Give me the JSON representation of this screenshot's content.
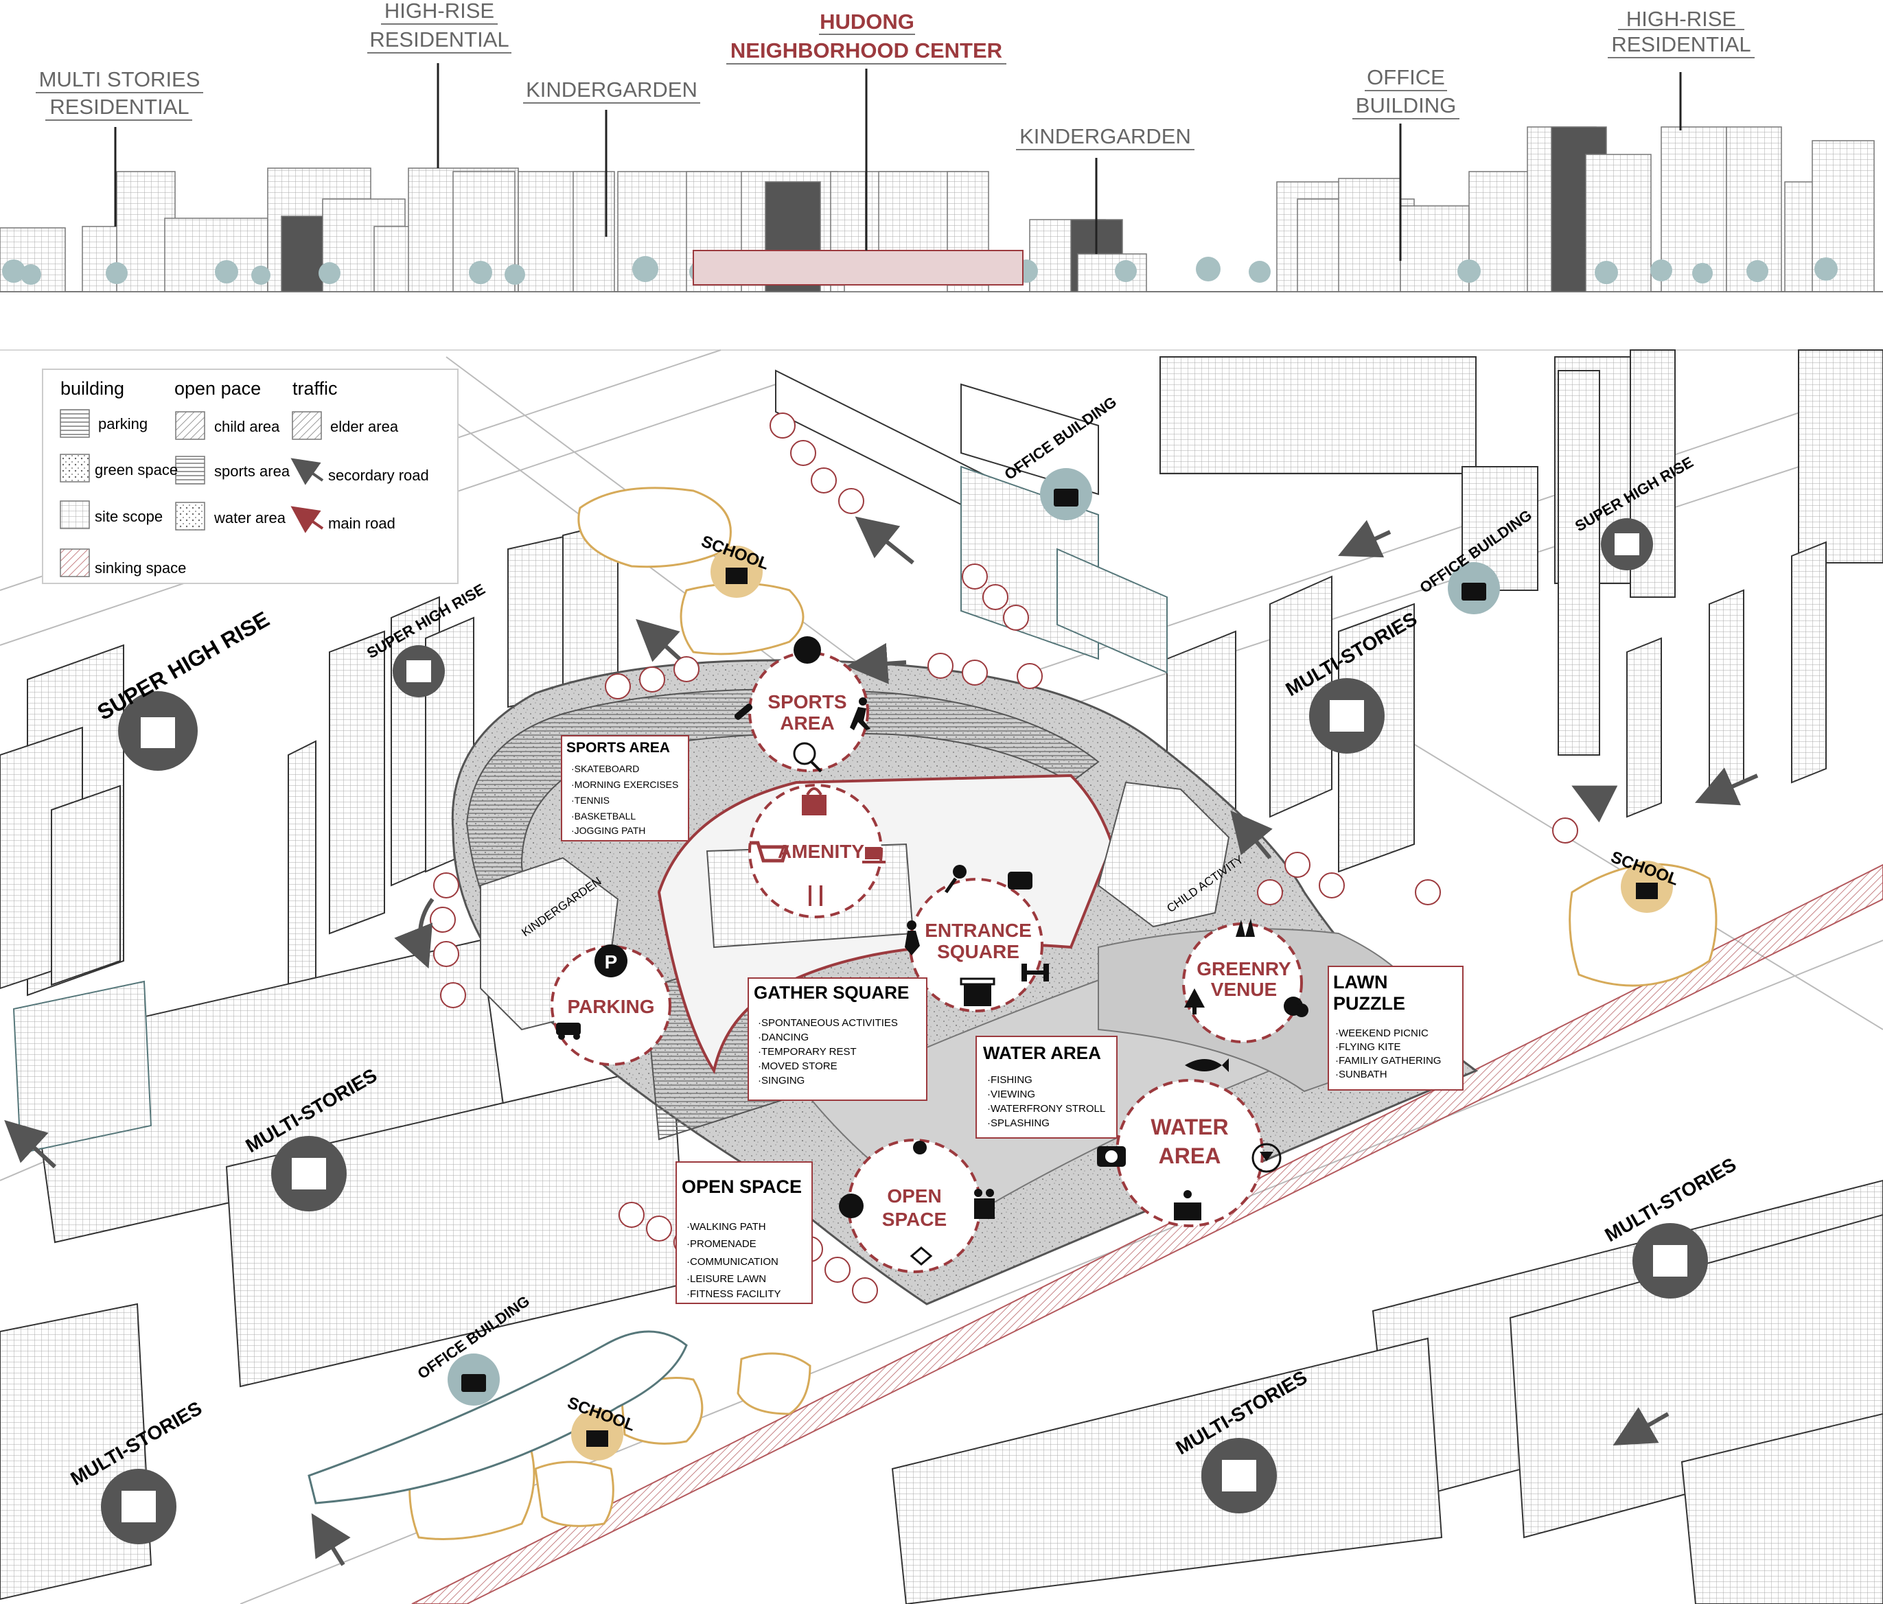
{
  "skyline": {
    "labels": [
      {
        "id": "multi-stories-residential",
        "lines": [
          "MULTI STORIES",
          "RESIDENTIAL"
        ],
        "highlight": false
      },
      {
        "id": "high-rise-residential-left",
        "lines": [
          "HIGH-RISE",
          "RESIDENTIAL"
        ],
        "highlight": false
      },
      {
        "id": "kindergarden-left",
        "lines": [
          "KINDERGARDEN"
        ],
        "highlight": false
      },
      {
        "id": "hudong-center",
        "lines": [
          "HUDONG",
          "NEIGHBORHOOD CENTER"
        ],
        "highlight": true
      },
      {
        "id": "kindergarden-right",
        "lines": [
          "KINDERGARDEN"
        ],
        "highlight": false
      },
      {
        "id": "office-building",
        "lines": [
          "OFFICE",
          "BUILDING"
        ],
        "highlight": false
      },
      {
        "id": "high-rise-residential-right",
        "lines": [
          "HIGH-RISE",
          "RESIDENTIAL"
        ],
        "highlight": false
      }
    ]
  },
  "legend": {
    "headers": [
      "building",
      "open pace",
      "traffic"
    ],
    "items": [
      {
        "label": "parking",
        "pattern": "parking"
      },
      {
        "label": "green space",
        "pattern": "green"
      },
      {
        "label": "site scope",
        "pattern": "scope"
      },
      {
        "label": "sinking space",
        "pattern": "sinking"
      },
      {
        "label": "child area",
        "pattern": "child"
      },
      {
        "label": "sports area",
        "pattern": "sports"
      },
      {
        "label": "water area",
        "pattern": "water"
      },
      {
        "label": "elder area",
        "pattern": "elder"
      },
      {
        "label": "secordary road",
        "pattern": "arrow-grey"
      },
      {
        "label": "main road",
        "pattern": "arrow-red"
      }
    ]
  },
  "zones": {
    "sports": {
      "lines": [
        "SPORTS",
        "AREA"
      ],
      "icons": [
        "ball-icon",
        "runner-icon",
        "skate-icon",
        "tennis-icon"
      ]
    },
    "amenity": {
      "lines": [
        "AMENITY"
      ],
      "icons": [
        "bag-icon",
        "cart-icon",
        "coffee-icon",
        "cutlery-icon"
      ]
    },
    "entrance": {
      "lines": [
        "ENTRANCE",
        "SQUARE"
      ],
      "icons": [
        "mic-icon",
        "chat-icon",
        "dumbbell-icon",
        "shop-icon",
        "dancer-icon"
      ]
    },
    "parking": {
      "lines": [
        "PARKING"
      ],
      "icons": [
        "parking-icon",
        "car-icon"
      ]
    },
    "greenery": {
      "lines": [
        "GREENRY",
        "VENUE"
      ],
      "icons": [
        "grass-icon",
        "tree-icon",
        "bush-icon"
      ]
    },
    "water": {
      "lines": [
        "WATER",
        "AREA"
      ],
      "icons": [
        "fish-icon",
        "camera-icon",
        "cocktail-icon",
        "fishing-icon"
      ]
    },
    "open": {
      "lines": [
        "OPEN",
        "SPACE"
      ],
      "icons": [
        "sun-icon",
        "music-icon",
        "family-icon",
        "kite-icon"
      ]
    }
  },
  "info_boxes": {
    "sports": {
      "title": "SPORTS AREA",
      "items": [
        "·SKATEBOARD",
        "·MORNING EXERCISES",
        "·TENNIS",
        "·BASKETBALL",
        "·JOGGING PATH"
      ]
    },
    "gather": {
      "title": "GATHER SQUARE",
      "items": [
        "·SPONTANEOUS ACTIVITIES",
        "·DANCING",
        "·TEMPORARY REST",
        "·MOVED STORE",
        "·SINGING"
      ]
    },
    "water": {
      "title": "WATER AREA",
      "items": [
        "·FISHING",
        "·VIEWING",
        "·WATERFRONY STROLL",
        "·SPLASHING"
      ]
    },
    "lawn": {
      "title_lines": [
        "LAWN",
        "PUZZLE"
      ],
      "items": [
        "·WEEKEND PICNIC",
        "·FLYING KITE",
        "·FAMILIY GATHERING",
        "·SUNBATH"
      ]
    },
    "open": {
      "title": "OPEN SPACE",
      "items": [
        "·WALKING PATH",
        "·PROMENADE",
        "·COMMUNICATION",
        "·LEISURE LAWN",
        "·FITNESS FACILITY"
      ]
    }
  },
  "site_labels": {
    "kindergarden": "KINDERGARDEN",
    "child_activity": "CHILD ACTIVITY"
  },
  "building_badges": [
    {
      "id": "office-top",
      "text": "OFFICE BUILDING",
      "kind": "office",
      "color": "#9fb8bb"
    },
    {
      "id": "office-right",
      "text": "OFFICE BUILDING",
      "kind": "office",
      "color": "#9fb8bb"
    },
    {
      "id": "office-bottom",
      "text": "OFFICE BUILDING",
      "kind": "office",
      "color": "#9fb8bb"
    },
    {
      "id": "school-top",
      "text": "SCHOOL",
      "kind": "school",
      "color": "#e7c98f"
    },
    {
      "id": "school-right",
      "text": "SCHOOL",
      "kind": "school",
      "color": "#e7c98f"
    },
    {
      "id": "school-bottom",
      "text": "SCHOOL",
      "kind": "school",
      "color": "#e7c98f"
    },
    {
      "id": "superhigh-left",
      "text": "SUPER HIGH RISE",
      "kind": "tower",
      "color": "#555555"
    },
    {
      "id": "superhigh-mid",
      "text": "SUPER HIGH RISE",
      "kind": "tower",
      "color": "#555555"
    },
    {
      "id": "superhigh-right",
      "text": "SUPER HIGH RISE",
      "kind": "tower",
      "color": "#555555"
    },
    {
      "id": "multi-right",
      "text": "MULTI-STORIES",
      "kind": "apartment",
      "color": "#555555"
    },
    {
      "id": "multi-left",
      "text": "MULTI-STORIES",
      "kind": "apartment",
      "color": "#555555"
    },
    {
      "id": "multi-br",
      "text": "MULTI-STORIES",
      "kind": "apartment",
      "color": "#555555"
    },
    {
      "id": "multi-bm",
      "text": "MULTI-STORIES",
      "kind": "apartment",
      "color": "#555555"
    },
    {
      "id": "multi-bl",
      "text": "MULTI-STORIES",
      "kind": "apartment",
      "color": "#555555"
    }
  ],
  "colors": {
    "accent_red": "#9c3a3e",
    "school_gold": "#e7c98f",
    "office_teal": "#9fb8bb",
    "dark_badge": "#555555",
    "tree_teal": "#a7c0c2"
  }
}
